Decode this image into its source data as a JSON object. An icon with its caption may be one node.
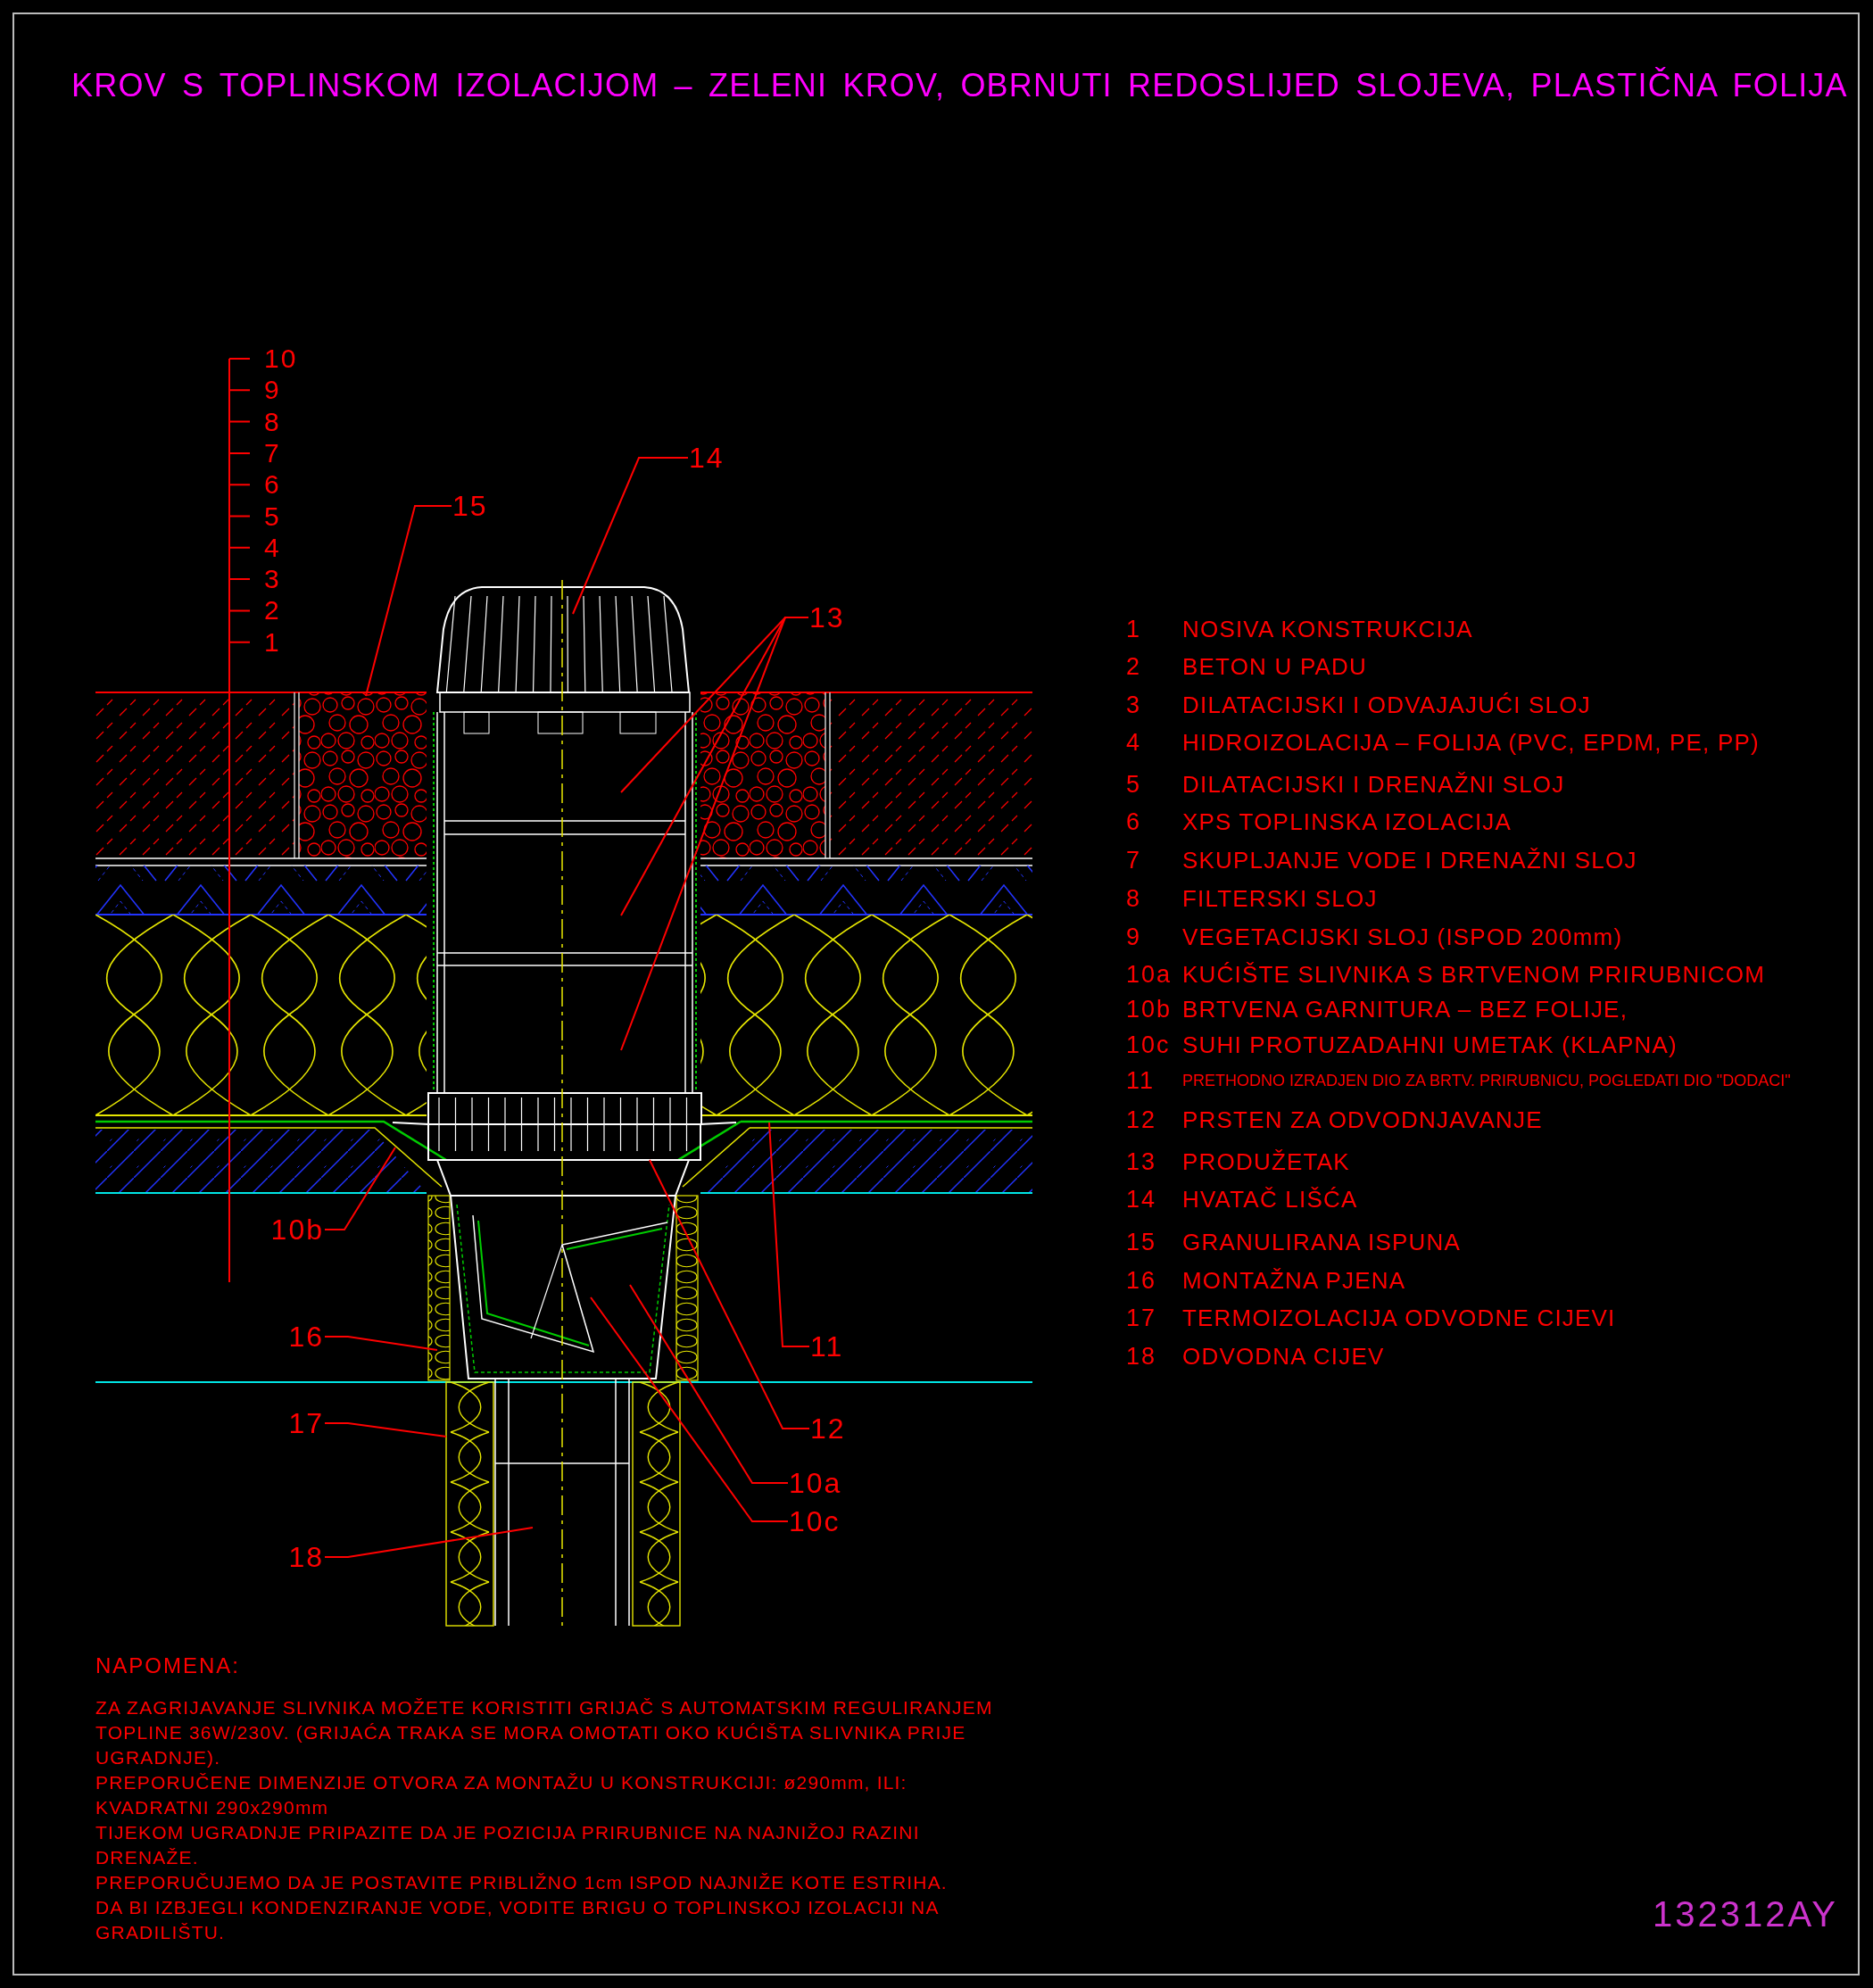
{
  "diagram": {
    "title": "KROV S TOPLINSKOM IZOLACIJOM – ZELENI KROV, OBRNUTI REDOSLIJED SLOJEVA, PLASTIČNA FOLIJA",
    "nodes": [
      {
        "text": [
          "14"
        ]
      },
      {
        "text": [
          "15"
        ]
      },
      {
        "text": [
          "13"
        ]
      },
      {
        "text": [
          "10b"
        ]
      },
      {
        "text": [
          "16"
        ]
      },
      {
        "text": [
          "11"
        ]
      },
      {
        "text": [
          "17"
        ]
      },
      {
        "text": [
          "12"
        ]
      },
      {
        "text": [
          "10a"
        ]
      },
      {
        "text": [
          "10c"
        ]
      },
      {
        "text": [
          "18"
        ]
      }
    ],
    "edges": [
      {
        "from": 0,
        "to": null,
        "arrow": "none"
      },
      {
        "from": 1,
        "to": null,
        "arrow": "none"
      },
      {
        "from": 2,
        "to": null,
        "arrow": "none"
      },
      {
        "from": 2,
        "to": null,
        "arrow": "none"
      },
      {
        "from": 2,
        "to": null,
        "arrow": "none"
      },
      {
        "from": 3,
        "to": null,
        "arrow": "none"
      },
      {
        "from": 4,
        "to": null,
        "arrow": "none"
      },
      {
        "from": 5,
        "to": null,
        "arrow": "none"
      },
      {
        "from": 6,
        "to": null,
        "arrow": "none"
      },
      {
        "from": 7,
        "to": null,
        "arrow": "none"
      },
      {
        "from": 8,
        "to": null,
        "arrow": "none"
      },
      {
        "from": 9,
        "to": null,
        "arrow": "none"
      },
      {
        "from": 10,
        "to": null,
        "arrow": "none"
      }
    ],
    "labels": [
      "10",
      "9",
      "8",
      "7",
      "6",
      "5",
      "4",
      "3",
      "2",
      "1",
      "1",
      "NOSIVA KONSTRUKCIJA",
      "2",
      "BETON U PADU",
      "3",
      "DILATACIJSKI I ODVAJAJUĆI SLOJ",
      "4",
      "HIDROIZOLACIJA – FOLIJA (PVC, EPDM, PE, PP)",
      "5",
      "DILATACIJSKI I DRENAŽNI SLOJ",
      "6",
      "XPS TOPLINSKA IZOLACIJA",
      "7",
      "SKUPLJANJE VODE I DRENAŽNI SLOJ",
      "8",
      "FILTERSKI SLOJ",
      "9",
      "VEGETACIJSKI SLOJ (ISPOD 200mm)",
      "10a",
      "KUĆIŠTE SLIVNIKA S BRTVENOM PRIRUBNICOM",
      "10b",
      "BRTVENA GARNITURA – BEZ FOLIJE,",
      "10c",
      "SUHI PROTUZADAHNI UMETAK (KLAPNA)",
      "11",
      "PRETHODNO IZRADJEN DIO ZA BRTV. PRIRUBNICU, POGLEDATI DIO \"DODACI\"",
      "12",
      "PRSTEN ZA ODVODNJAVANJE",
      "13",
      "PRODUŽETAK",
      "14",
      "HVATAČ LIŠĆA",
      "15",
      "GRANULIRANA ISPUNA",
      "16",
      "MONTAŽNA PJENA",
      "17",
      "TERMOIZOLACIJA ODVODNE CIJEVI",
      "18",
      "ODVODNA CIJEV",
      "NAPOMENA:",
      "ZA ZAGRIJAVANJE SLIVNIKA MOŽETE KORISTITI GRIJAČ S AUTOMATSKIM REGULIRANJEM TOPLINE 36W/230V. (GRIJAĆA TRAKA SE MORA OMOTATI OKO KUĆIŠTA SLIVNIKA PRIJE UGRADNJE).",
      "PREPORUČENE DIMENZIJE OTVORA ZA MONTAŽU U KONSTRUKCIJI: ø290mm, ILI: KVADRATNI 290x290mm",
      "TIJEKOM UGRADNJE PRIPAZITE DA JE POZICIJA PRIRUBNICE NA NAJNIŽOJ RAZINI DRENAŽE.",
      "PREPORUČUJEMO DA JE POSTAVITE PRIBLIŽNO 1cm ISPOD NAJNIŽE KOTE ESTRIHA.",
      "DA BI IZBJEGLI KONDENZIRANJE VODE, VODITE BRIGU O TOPLINSKOJ IZOLACIJI NA GRADILIŠTU.",
      "132312AY"
    ]
  }
}
